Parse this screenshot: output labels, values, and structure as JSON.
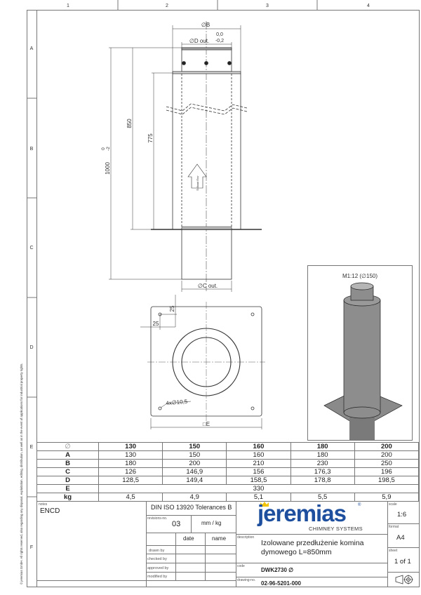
{
  "frame": {
    "columns": [
      "1",
      "2",
      "3",
      "4"
    ],
    "rows": [
      "A",
      "B",
      "C",
      "D",
      "E",
      "F"
    ],
    "copyright": "© jeremias GmbH. All rights reserved, also regarding any disposal, exploitation, editing, distribution, as well as in the event of applications for industrial property rights."
  },
  "side_view": {
    "dim_b": "∅B",
    "dim_d": "∅D out.",
    "dim_d_tol_upper": "0,0",
    "dim_d_tol_lower": "-0,2",
    "dim_total": "1000",
    "dim_total_tol_upper": "0",
    "dim_total_tol_lower": "-2",
    "dim_850": "850",
    "dim_775": "775",
    "dim_c": "∅C out.",
    "flow_label": "Exhaust flow"
  },
  "plan_view": {
    "dim_25_v": "25",
    "dim_25_h": "25",
    "holes": "4x∅10,5",
    "dim_e": "□E"
  },
  "iso_view": {
    "label": "M1:12 (∅150)"
  },
  "table": {
    "header": [
      "∅",
      "130",
      "150",
      "160",
      "180",
      "200"
    ],
    "rows": [
      [
        "A",
        "130",
        "150",
        "160",
        "180",
        "200"
      ],
      [
        "B",
        "180",
        "200",
        "210",
        "230",
        "250"
      ],
      [
        "C",
        "126",
        "146,9",
        "156",
        "176,3",
        "196"
      ],
      [
        "D",
        "128,5",
        "149,4",
        "158,5",
        "178,8",
        "198,5"
      ]
    ],
    "row_e": {
      "label": "E",
      "value": "330"
    },
    "row_kg": [
      "kg",
      "4,5",
      "4,9",
      "5,1",
      "5,5",
      "5,9"
    ]
  },
  "title_block": {
    "notes_label": "notes",
    "notes": "ENCD",
    "tolerances": "DIN ISO 13920 Tolerances B",
    "revisions_label": "revisions-no.",
    "revision": "03",
    "units": "mm / kg",
    "date_header": "date",
    "name_header": "name",
    "drawn_by": "drawn by",
    "checked_by": "checked by",
    "approved_by": "approved by",
    "modified_by": "modified by",
    "logo_text": "jeremias",
    "logo_sub": "CHIMNEY SYSTEMS",
    "logo_reg": "®",
    "description_label": "description",
    "description_line1": "Izolowane przedłużenie komina",
    "description_line2": "dymowego L=850mm",
    "code_label": "code",
    "code": "DWK2730 ∅",
    "drawing_no_label": "drawing-no.",
    "drawing_no": "02-96-5201-000",
    "scale_label": "scale",
    "scale": "1:6",
    "format_label": "format",
    "format": "A4",
    "sheet_label": "sheet",
    "sheet": "1 of 1",
    "projection_icon": "first-angle-projection-icon"
  },
  "colors": {
    "logo_blue": "#1d4f9e",
    "logo_crown": "#f2c400",
    "line": "#333333"
  }
}
